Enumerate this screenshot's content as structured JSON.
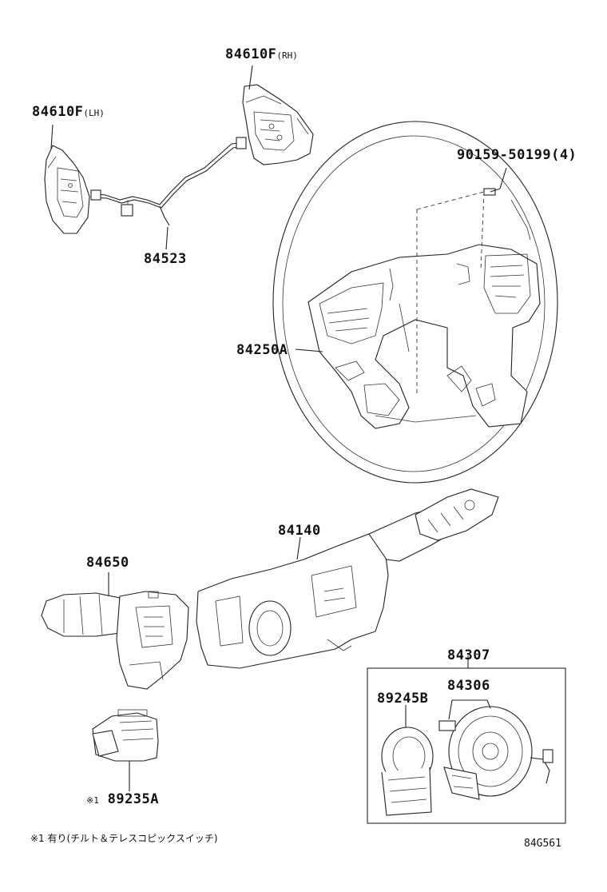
{
  "diagram": {
    "labels": {
      "switch_rh": "84610F",
      "switch_rh_suffix": "(RH)",
      "switch_lh": "84610F",
      "switch_lh_suffix": "(LH)",
      "wire": "84523",
      "screw": "90159-50199(4)",
      "wheel_switch": "84250A",
      "combination_switch": "84140",
      "lever_switch": "84650",
      "spiral_cable_assy": "84307",
      "spiral_cable": "84306",
      "steering_sensor": "89245B",
      "tilt_switch_marker": "※1",
      "tilt_switch": "89235A"
    },
    "footnote": "※1 有り(チルト＆テレスコピックスイッチ)",
    "figure_code": "84G561"
  }
}
